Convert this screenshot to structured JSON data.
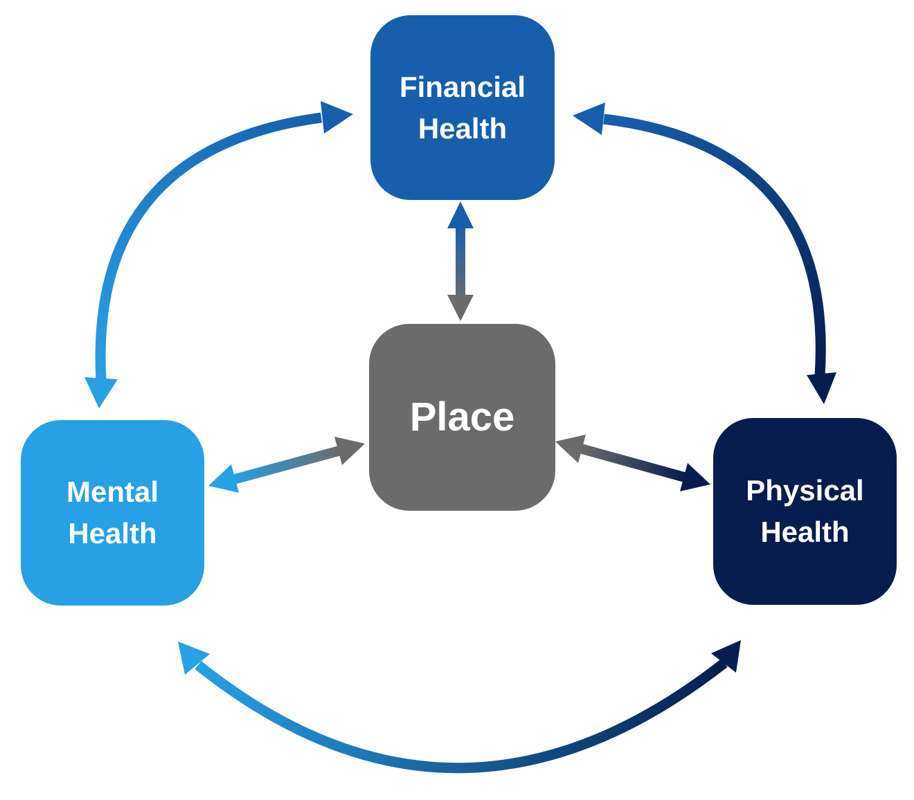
{
  "diagram": {
    "background_color": "#FFFFFF",
    "text_color": "#FFFFFF",
    "nodes": {
      "financial": {
        "label": "Financial\nHealth",
        "color": "#175FAD"
      },
      "place": {
        "label": "Place",
        "color": "#6B6B6B"
      },
      "mental": {
        "label": "Mental\nHealth",
        "color": "#27A0E5"
      },
      "physical": {
        "label": "Physical\nHealth",
        "color": "#071D4F"
      }
    },
    "edges": [
      {
        "from": "Mental Health",
        "to": "Financial Health",
        "style": "curved-arc",
        "bidirectional": true
      },
      {
        "from": "Financial Health",
        "to": "Physical Health",
        "style": "curved-arc",
        "bidirectional": true
      },
      {
        "from": "Mental Health",
        "to": "Physical Health",
        "style": "curved-arc",
        "bidirectional": true
      },
      {
        "from": "Place",
        "to": "Financial Health",
        "style": "straight",
        "bidirectional": true
      },
      {
        "from": "Place",
        "to": "Mental Health",
        "style": "straight",
        "bidirectional": true
      },
      {
        "from": "Place",
        "to": "Physical Health",
        "style": "straight",
        "bidirectional": true
      }
    ]
  }
}
